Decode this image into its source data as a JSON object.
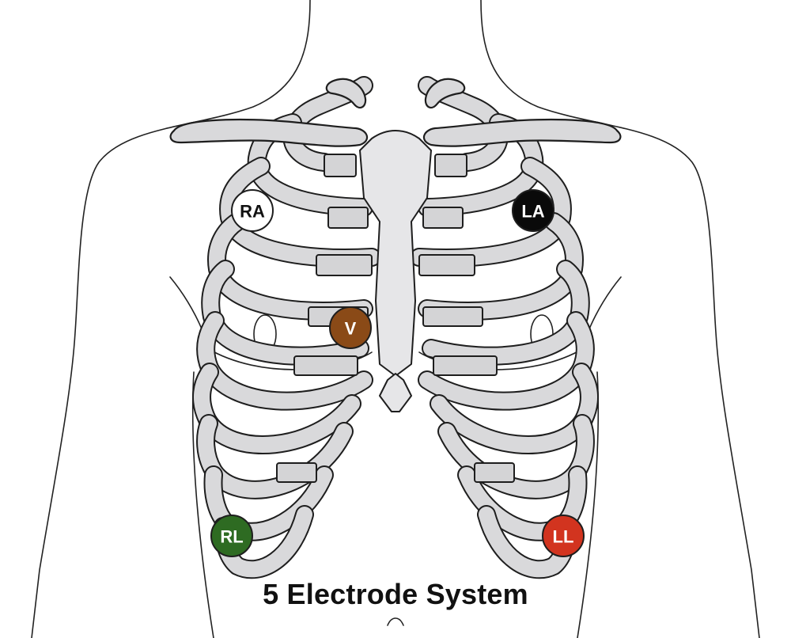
{
  "caption": "5 Electrode System",
  "electrodes": [
    {
      "id": "ra",
      "label": "RA",
      "fill": "#ffffff",
      "text": "#111111"
    },
    {
      "id": "la",
      "label": "LA",
      "fill": "#0a0a0a",
      "text": "#ffffff"
    },
    {
      "id": "v",
      "label": "V",
      "fill": "#8a4a17",
      "text": "#ffffff"
    },
    {
      "id": "rl",
      "label": "RL",
      "fill": "#2e6b22",
      "text": "#ffffff"
    },
    {
      "id": "ll",
      "label": "LL",
      "fill": "#d2341f",
      "text": "#ffffff"
    }
  ],
  "colors": {
    "bone": "#d9d9db",
    "outline": "#1e1e1e"
  }
}
